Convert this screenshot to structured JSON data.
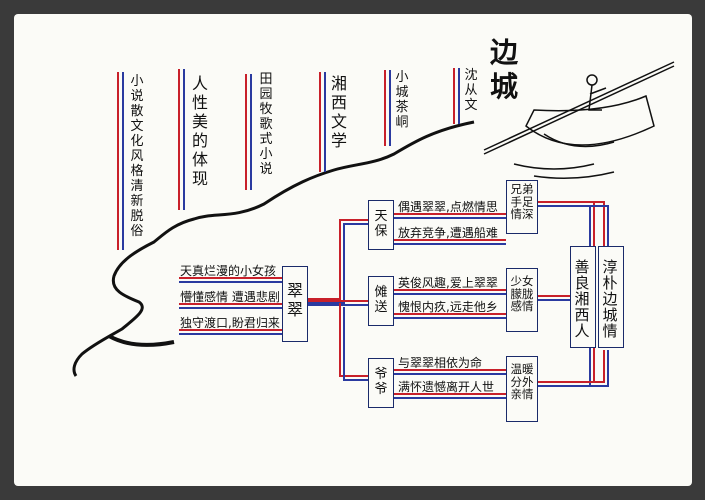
{
  "title": "边城",
  "branches": [
    {
      "text": "小说散文化风格清新脱俗"
    },
    {
      "text": "人性美的体现"
    },
    {
      "text": "田园牧歌式小说"
    },
    {
      "text": "湘西文学"
    },
    {
      "text": "小城茶峒"
    },
    {
      "text": "沈从文"
    }
  ],
  "cuicui": {
    "label": "翠翠",
    "traits": [
      "天真烂漫的小女孩",
      "懵懂感情 遭遇悲剧",
      "独守渡口,盼君归来"
    ]
  },
  "characters": [
    {
      "name": "天保",
      "events": [
        "偶遇翠翠,点燃情思",
        "放弃竞争,遭遇船难"
      ],
      "relation": "兄弟手足情深"
    },
    {
      "name": "傩送",
      "events": [
        "英俊风趣,爱上翠翠",
        "愧恨内疚,远走他乡"
      ],
      "relation": "少女朦胧感情"
    },
    {
      "name": "爷爷",
      "events": [
        "与翠翠相依为命",
        "满怀遗憾离开人世"
      ],
      "relation": "温暖分外亲情"
    }
  ],
  "theme_left": "善良湘西人",
  "theme_right": "淳朴边城情",
  "colors": {
    "red": "#c8202a",
    "blue": "#2a3aa0",
    "ink": "#111111"
  }
}
